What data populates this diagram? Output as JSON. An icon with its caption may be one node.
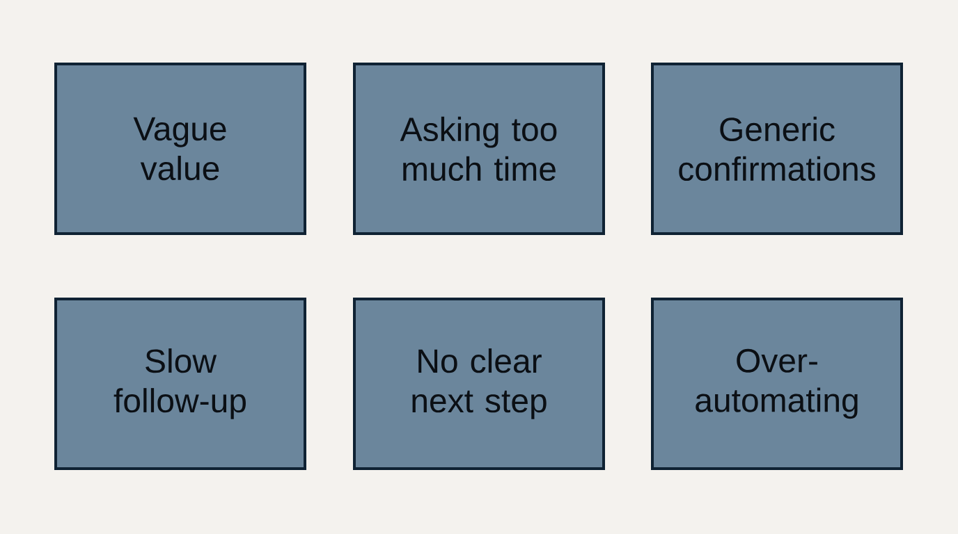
{
  "diagram": {
    "nodes": [
      {
        "text": [
          "Vague value"
        ]
      },
      {
        "text": [
          "Asking too much time"
        ]
      },
      {
        "text": [
          "Generic confirmations"
        ]
      },
      {
        "text": [
          "Slow follow-up"
        ]
      },
      {
        "text": [
          "No clear next step"
        ]
      },
      {
        "text": [
          "Over-automating"
        ]
      }
    ]
  }
}
